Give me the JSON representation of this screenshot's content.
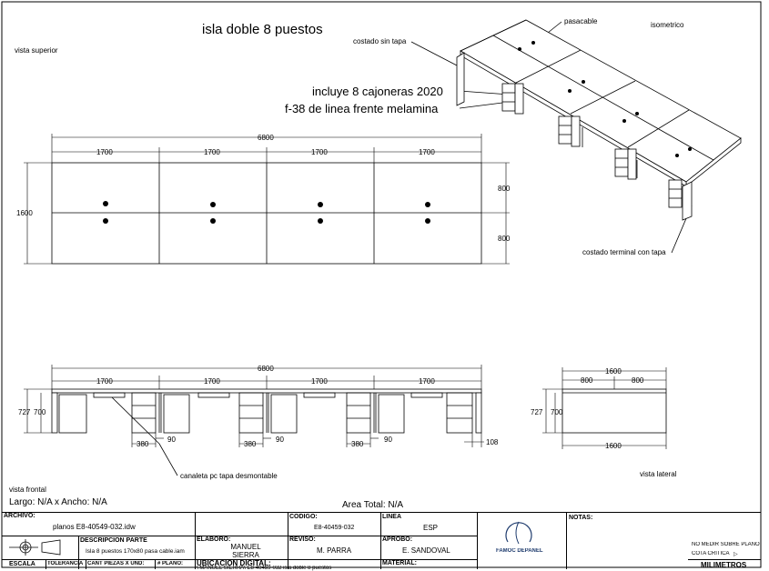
{
  "title": "isla doble 8 puestos",
  "labels": {
    "vista_superior": "vista superior",
    "isometrico": "isometrico",
    "pasacable": "pasacable",
    "costado_sin_tapa": "costado sin tapa",
    "note_line1": "incluye 8 cajoneras 2020",
    "note_line2": "f-38 de linea frente melamina",
    "costado_terminal": "costado terminal con tapa",
    "canaleta": "canaleta pc tapa desmontable",
    "vista_frontal": "vista frontal",
    "vista_lateral": "vista lateral",
    "largo_ancho": "Largo: N/A x Ancho: N/A",
    "area_total": "Area Total: N/A"
  },
  "dims": {
    "total_length": "6800",
    "module": "1700",
    "depth": "1600",
    "half_depth": "800",
    "height": "727",
    "height_inner": "700",
    "drawer_offset": "380",
    "gap": "90",
    "end_gap": "108"
  },
  "title_block": {
    "archivo_label": "ARCHIVO:",
    "archivo_value": "planos E8-40549-032.idw",
    "codigo_label": "CODIGO:",
    "codigo_value": "E8-40459-032",
    "linea_label": "LINEA",
    "linea_value": "ESP",
    "notas_label": "NOTAS:",
    "descripcion_label": "DESCRIPCION PARTE",
    "descripcion_value": "Isla 8 puestos 170x80 pasa cable.iam",
    "elaboro_label": "ELABORO:",
    "elaboro_value": "MANUEL SIERRA",
    "reviso_label": "REVISO:",
    "reviso_value": "M. PARRA",
    "aprobo_label": "APROBO:",
    "aprobo_value": "E. SANDOVAL",
    "escala_label": "ESCALA",
    "tolerancia_label": "TOLERANCIA",
    "cant_label": "CANT PIEZAS X UND:",
    "plano_label": "# PLANO:",
    "ubicacion_label": "UBICACION DIGITAL:",
    "ubicacion_value": "\\ MANUEL SIERRA\\ E8-40459-032 isla doble 8 puestos",
    "material_label": "MATERIAL:",
    "logo_text": "FAMOC DEPANEL",
    "no_medir": "NO MEDIR SOBRE PLANO",
    "cota_critica": "COTA CRITICA",
    "milimetros": "MILIMETROS"
  }
}
